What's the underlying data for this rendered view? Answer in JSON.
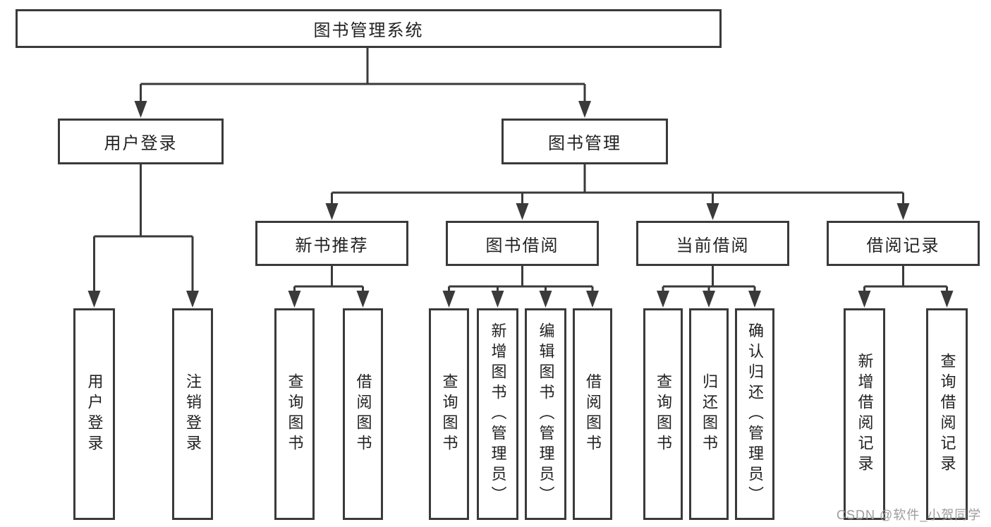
{
  "tree": {
    "label": "图书管理系统",
    "children": [
      {
        "label": "用户登录",
        "children": [
          {
            "label": "用户登录"
          },
          {
            "label": "注销登录"
          }
        ]
      },
      {
        "label": "图书管理",
        "children": [
          {
            "label": "新书推荐",
            "children": [
              {
                "label": "查询图书"
              },
              {
                "label": "借阅图书"
              }
            ]
          },
          {
            "label": "图书借阅",
            "children": [
              {
                "label": "查询图书"
              },
              {
                "label": "新增图书（管理员）"
              },
              {
                "label": "编辑图书（管理员）"
              },
              {
                "label": "借阅图书"
              }
            ]
          },
          {
            "label": "当前借阅",
            "children": [
              {
                "label": "查询图书"
              },
              {
                "label": "归还图书"
              },
              {
                "label": "确认归还（管理员）"
              }
            ]
          },
          {
            "label": "借阅记录",
            "children": [
              {
                "label": "新增借阅记录"
              },
              {
                "label": "查询借阅记录"
              }
            ]
          }
        ]
      }
    ]
  },
  "watermark": {
    "text": "CSDN @软件_小贺同学"
  },
  "colors": {
    "line": "#3a3a3a",
    "text": "#222222",
    "background": "#ffffff",
    "watermark": "#9c9c9c"
  }
}
